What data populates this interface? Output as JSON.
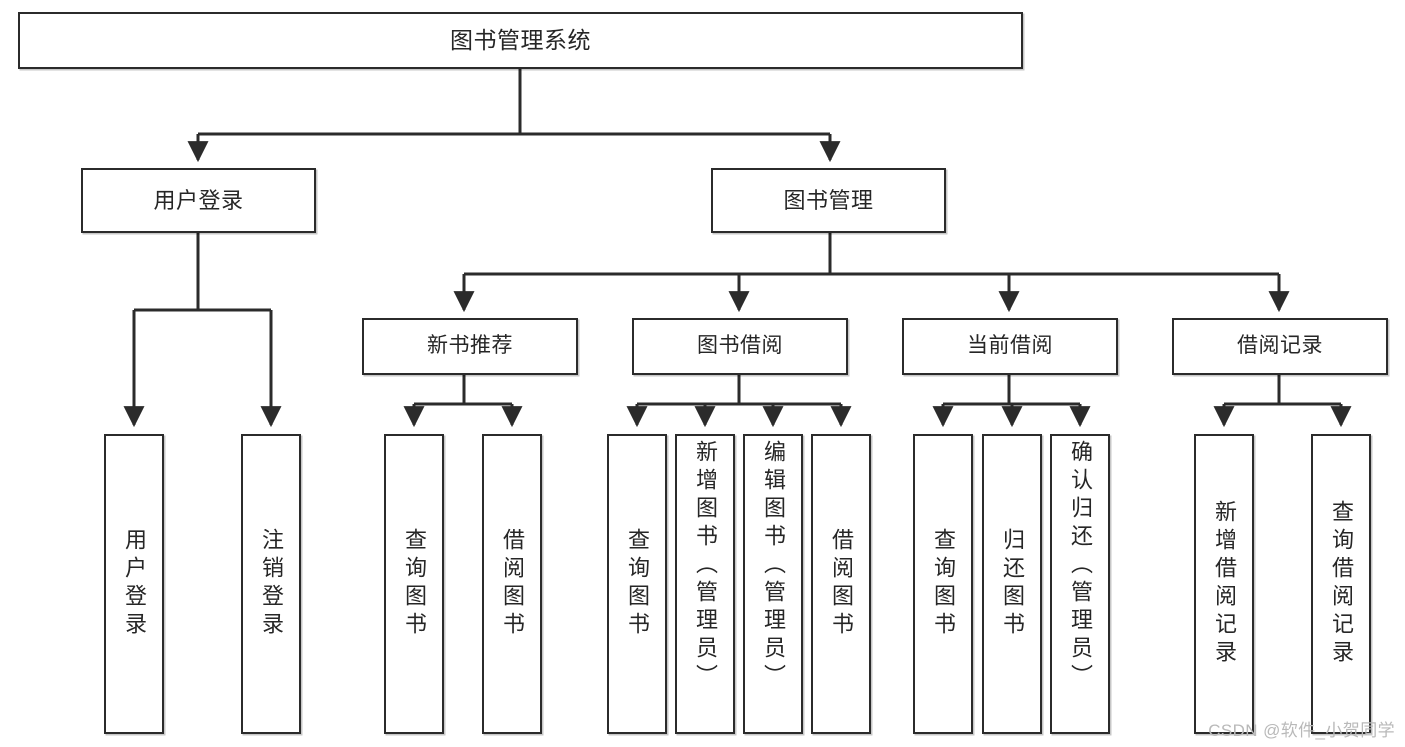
{
  "diagram": {
    "title": "图书管理系统",
    "watermark": "CSDN @软件_小贺同学",
    "line_color": "#2b2b2b",
    "box_fill": "#ffffff",
    "text_color": "#262626",
    "watermark_color": "#b9b9b9",
    "nodes": {
      "root": {
        "label": "图书管理系统"
      },
      "level1": [
        {
          "label": "用户登录"
        },
        {
          "label": "图书管理"
        }
      ],
      "level2": [
        {
          "label": "新书推荐"
        },
        {
          "label": "图书借阅"
        },
        {
          "label": "当前借阅"
        },
        {
          "label": "借阅记录"
        }
      ],
      "leaves": {
        "user_login": [
          {
            "label": "用户登录"
          },
          {
            "label": "注销登录"
          }
        ],
        "new_book_recommend": [
          {
            "label": "查询图书"
          },
          {
            "label": "借阅图书"
          }
        ],
        "book_borrow": [
          {
            "label": "查询图书"
          },
          {
            "label": "新增图书（管理员）"
          },
          {
            "label": "编辑图书（管理员）"
          },
          {
            "label": "借阅图书"
          }
        ],
        "current_borrow": [
          {
            "label": "查询图书"
          },
          {
            "label": "归还图书"
          },
          {
            "label": "确认归还（管理员）"
          }
        ],
        "borrow_record": [
          {
            "label": "新增借阅记录"
          },
          {
            "label": "查询借阅记录"
          }
        ]
      }
    }
  }
}
